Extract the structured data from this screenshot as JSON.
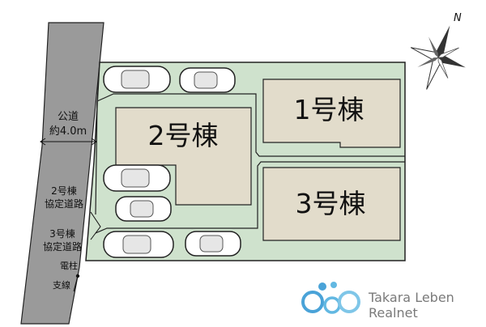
{
  "map": {
    "buildings": [
      {
        "id": "b1",
        "label": "1号棟"
      },
      {
        "id": "b2",
        "label": "2号棟"
      },
      {
        "id": "b3",
        "label": "3号棟"
      }
    ],
    "road": {
      "label": "公道",
      "width_label": "約4.0m"
    },
    "agreement_roads": [
      {
        "line1": "2号棟",
        "line2": "協定道路"
      },
      {
        "line1": "3号棟",
        "line2": "協定道路"
      }
    ],
    "pole": {
      "label": "電柱",
      "guy_wire_label": "支線"
    },
    "compass": {
      "north_label": "N"
    },
    "colors": {
      "lot": "#cfe2cd",
      "building": "#e2dccb",
      "road": "#9a9a9a",
      "outline": "#222222"
    }
  },
  "brand": {
    "line1": "Takara Leben",
    "line2": "Realnet",
    "color": "#7a7a7a",
    "accent": "#4aa3d8"
  }
}
